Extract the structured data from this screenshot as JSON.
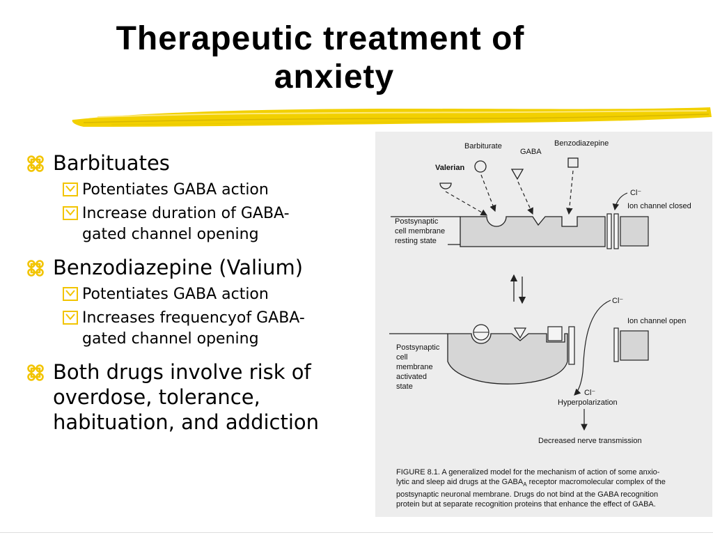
{
  "slide": {
    "title_lines": [
      "Therapeutic treatment of",
      "anxiety"
    ],
    "accent_color": "#f2d000",
    "bullets": [
      {
        "text": "Barbituates",
        "sub": [
          "Potentiates GABA action",
          "Increase duration of GABA-",
          "gated channel opening"
        ]
      },
      {
        "text": "Benzodiazepine (Valium)",
        "sub": [
          "Potentiates GABA action",
          "Increases frequencyof GABA-",
          "gated channel opening"
        ]
      },
      {
        "text_lines": [
          "Both drugs involve risk of",
          "overdose, tolerance,",
          "habituation, and addiction"
        ]
      }
    ],
    "bullet_icon_l1": "command-key-icon",
    "bullet_icon_l2": "checkbox-check-icon"
  },
  "figure": {
    "labels": {
      "barbiturate": "Barbiturate",
      "gaba": "GABA",
      "benzodiazepine": "Benzodiazepine",
      "valerian": "Valerian",
      "cl_top": "Cl⁻",
      "ion_closed": "Ion channel closed",
      "resting_1": "Postsynaptic",
      "resting_2": "cell membrane",
      "resting_3": "resting state",
      "cl_mid": "Cl⁻",
      "ion_open": "Ion channel open",
      "act_1": "Postsynaptic",
      "act_2": "cell",
      "act_3": "membrane",
      "act_4": "activated",
      "act_5": "state",
      "cl_low": "Cl⁻",
      "hyper": "Hyperpolarization",
      "decreased": "Decreased nerve transmission"
    },
    "caption": [
      "FIGURE 8.1. A generalized model for the mechanism of action of some anxio-",
      "lytic and sleep aid drugs at the GABA",
      " receptor macromolecular complex of the",
      "postsynaptic neuronal membrane. Drugs do not bind at the GABA recognition",
      "protein but at separate recognition proteins that enhance the effect of GABA."
    ],
    "caption_subscript": "A"
  }
}
